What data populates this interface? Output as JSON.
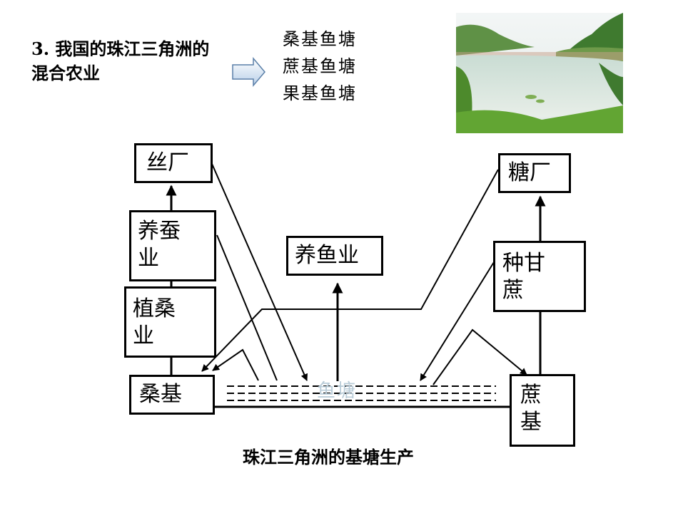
{
  "heading": {
    "number": "3.",
    "text": "我国的珠江三角洲的混合农业"
  },
  "types": [
    "桑基鱼塘",
    "蔗基鱼塘",
    "果基鱼塘"
  ],
  "diagram": {
    "silk_factory": "丝厂",
    "silkworm": "养蚕业",
    "mulberry_planting": "植桑业",
    "mulberry_dike": "桑基",
    "fish_farming": "养鱼业",
    "sugar_factory": "糖厂",
    "sugarcane_planting": "种甘蔗",
    "cane_dike": "蔗基",
    "pond": "鱼塘"
  },
  "caption": "珠江三角洲的基塘生产",
  "photo": {
    "subject": "pond-landscape"
  }
}
